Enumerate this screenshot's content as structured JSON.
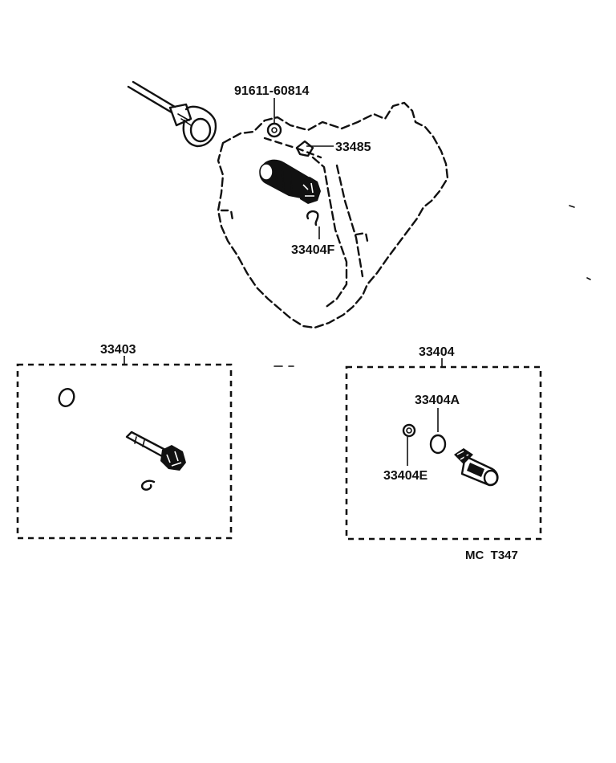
{
  "labels": {
    "bolt": "91611-60814",
    "clip_top": "33485",
    "retainer_top": "33404F",
    "kit_left": "33403",
    "kit_right": "33404",
    "o_ring": "33404A",
    "small_ring": "33404E",
    "figure_code": "MC  T347"
  }
}
